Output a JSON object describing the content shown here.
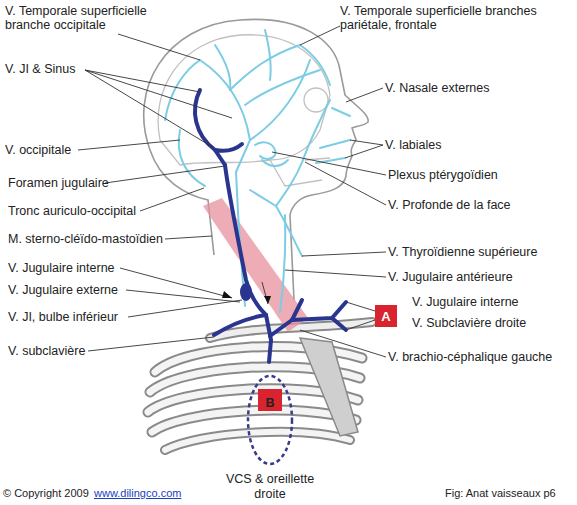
{
  "diagram": {
    "nodes": [
      {
        "text": [
          "A"
        ]
      },
      {
        "text": [
          "VCS & oreillette droite"
        ]
      },
      {
        "text": [
          "B"
        ],
        "in": 1
      }
    ],
    "labels": [
      "V. Temporale superficielle branche occipitale",
      "V. Temporale superficielle branches pariétale, frontale",
      "V. JI & Sinus",
      "V. Nasale externes",
      "V. occipitale",
      "V. labiales",
      "Plexus ptérygoïdien",
      "Foramen jugulaire",
      "V. Profonde de la face",
      "Tronc auriculo-occipital",
      "M. sterno-cléïdo-mastoïdien",
      "V. Thyroïdienne supérieure",
      "V. Jugulaire interne",
      "V. Jugulaire antérieure",
      "V. Jugulaire externe",
      "V. Jugulaire interne",
      "V. JI, bulbe inférieur",
      "V. Subclavière droite",
      "V. subclavière",
      "V. brachio-céphalique gauche",
      "© Copyright 2009",
      "www.dilingco.com",
      "Fig:  Anat vaisseaux p6"
    ]
  }
}
